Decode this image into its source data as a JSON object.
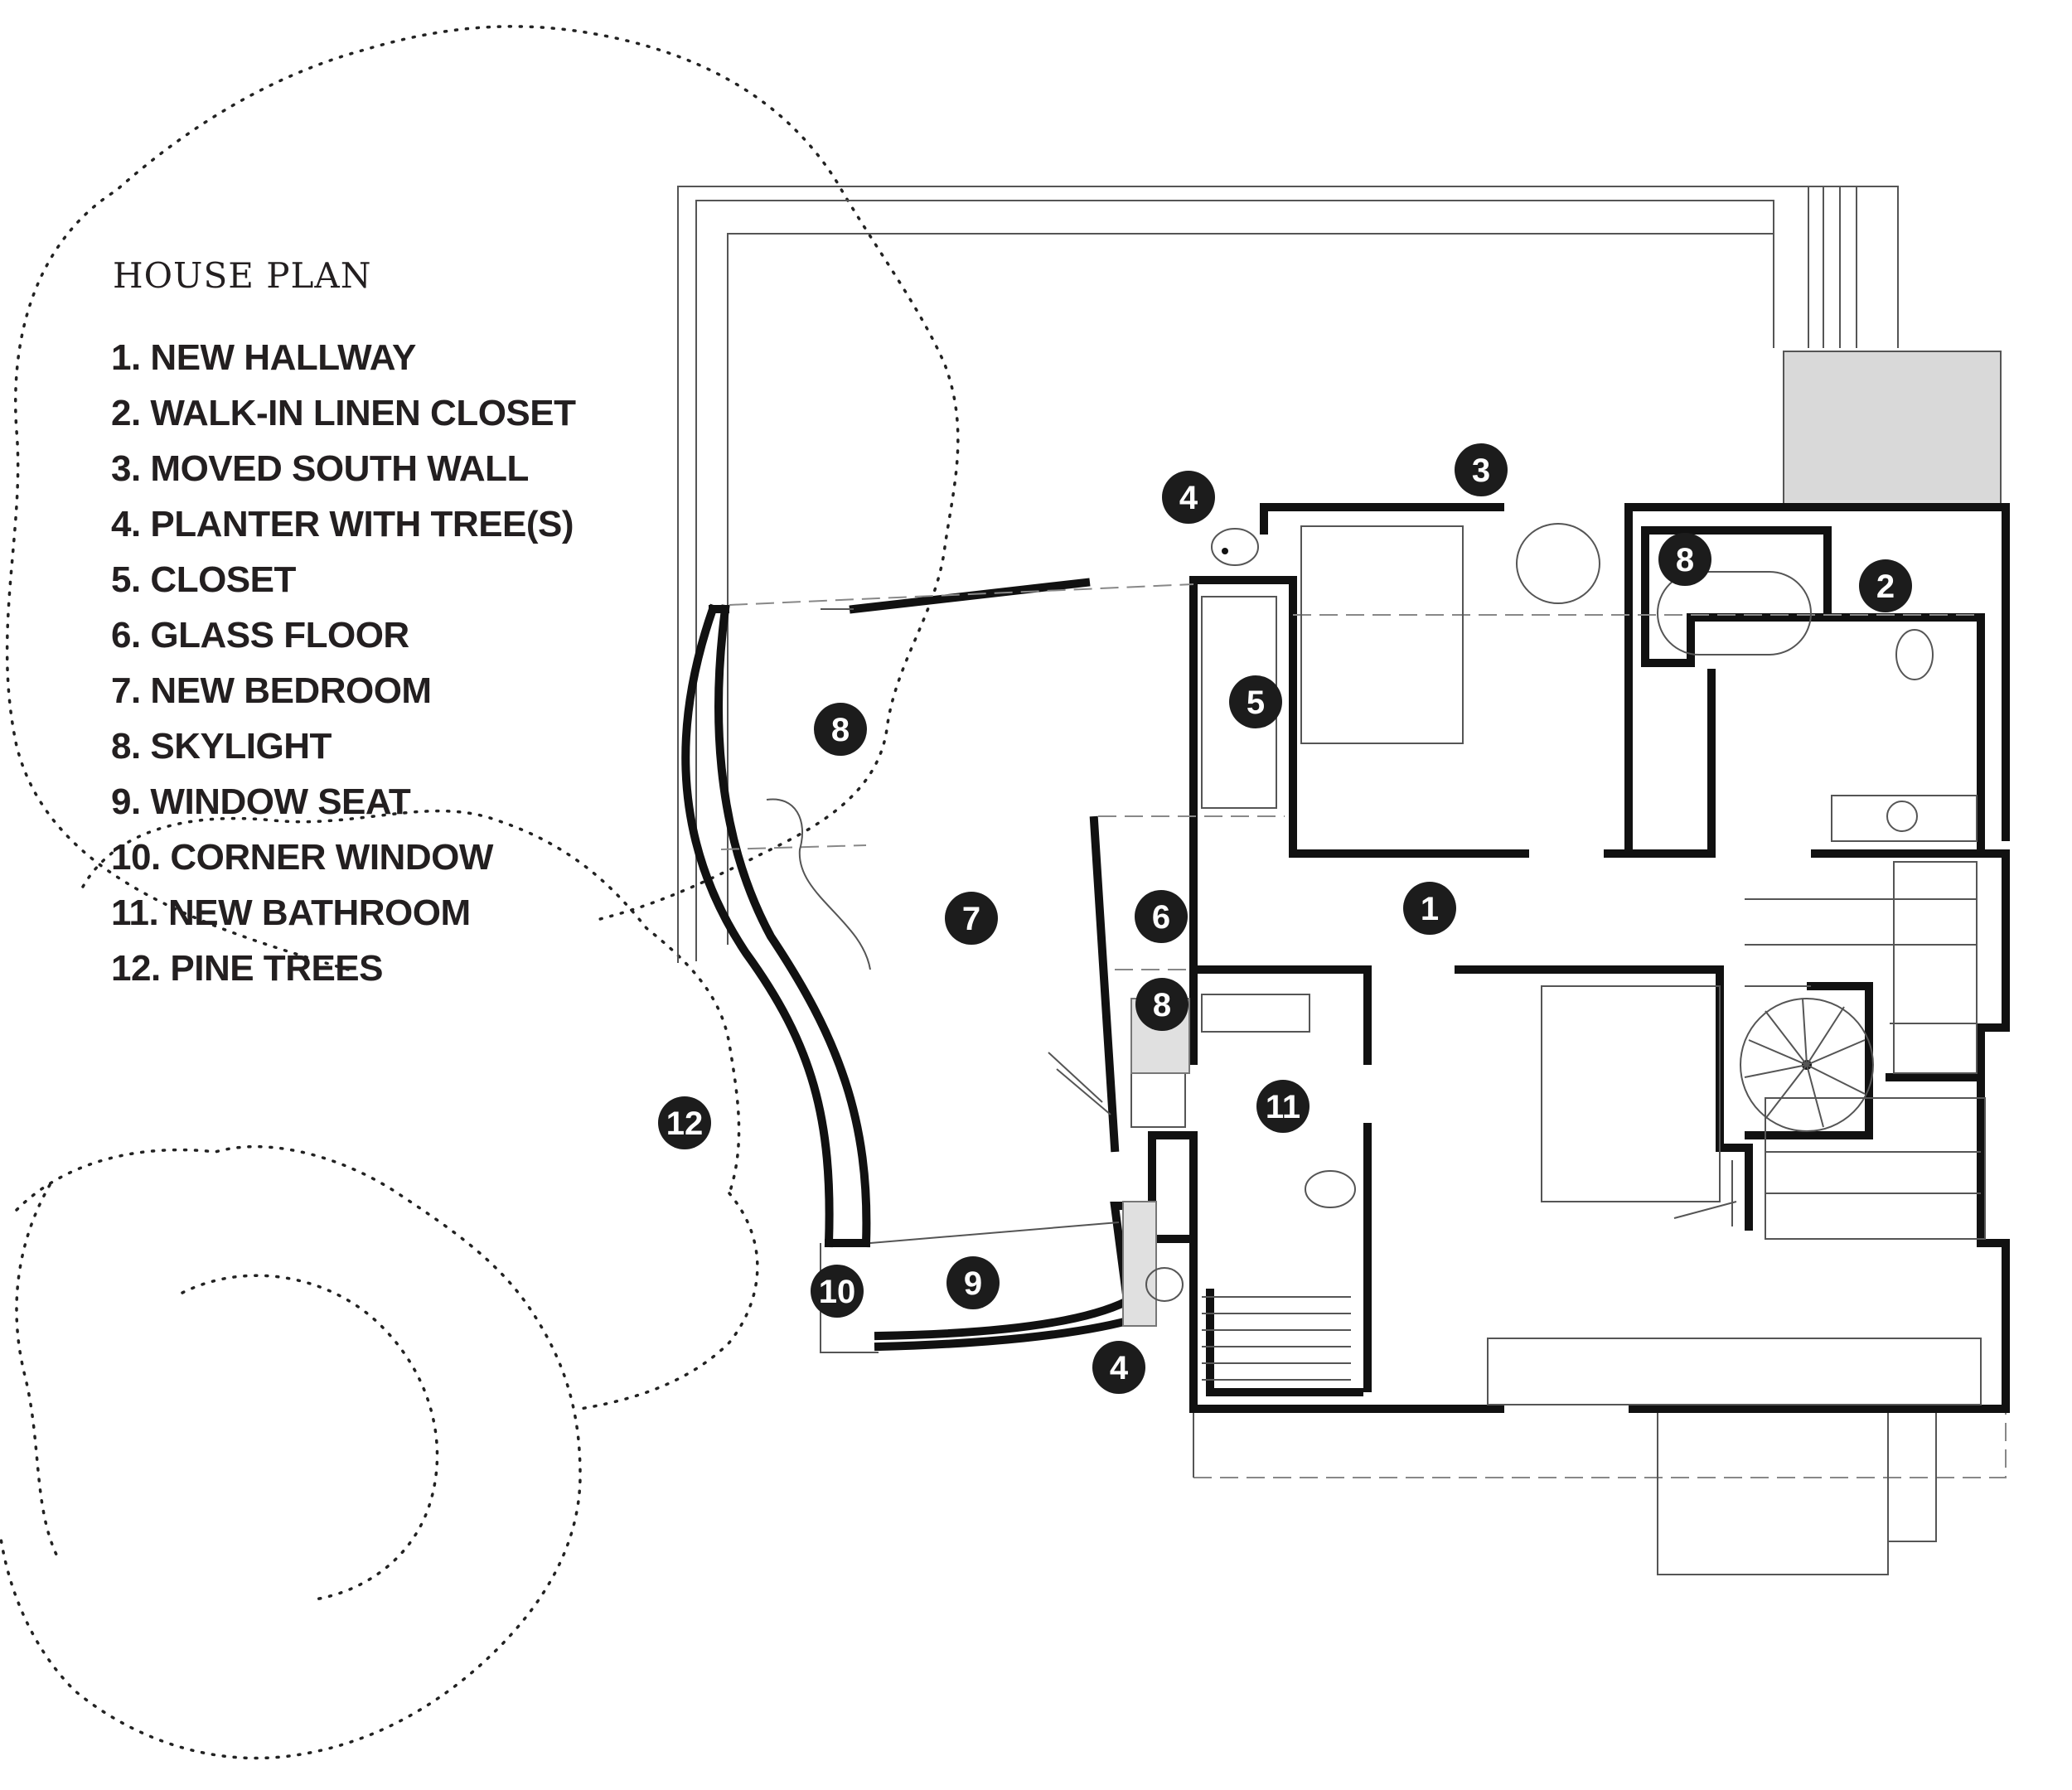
{
  "legend": {
    "title": "HOUSE PLAN",
    "items": [
      "1. NEW HALLWAY",
      "2. WALK-IN LINEN CLOSET",
      "3. MOVED SOUTH WALL",
      "4. PLANTER WITH TREE(S)",
      "5. CLOSET",
      "6. GLASS FLOOR",
      "7. NEW BEDROOM",
      "8. SKYLIGHT",
      "9. WINDOW SEAT",
      "10. CORNER WINDOW",
      "11. NEW BATHROOM",
      "12. PINE TREES"
    ]
  },
  "markers": [
    {
      "label": "1"
    },
    {
      "label": "2"
    },
    {
      "label": "3"
    },
    {
      "label": "4"
    },
    {
      "label": "4"
    },
    {
      "label": "5"
    },
    {
      "label": "6"
    },
    {
      "label": "7"
    },
    {
      "label": "8"
    },
    {
      "label": "8"
    },
    {
      "label": "8"
    },
    {
      "label": "9"
    },
    {
      "label": "10"
    },
    {
      "label": "11"
    },
    {
      "label": "12"
    }
  ],
  "colors": {
    "ink": "#231f20",
    "marker_fill": "#1c1c1c",
    "marker_text": "#ffffff"
  }
}
